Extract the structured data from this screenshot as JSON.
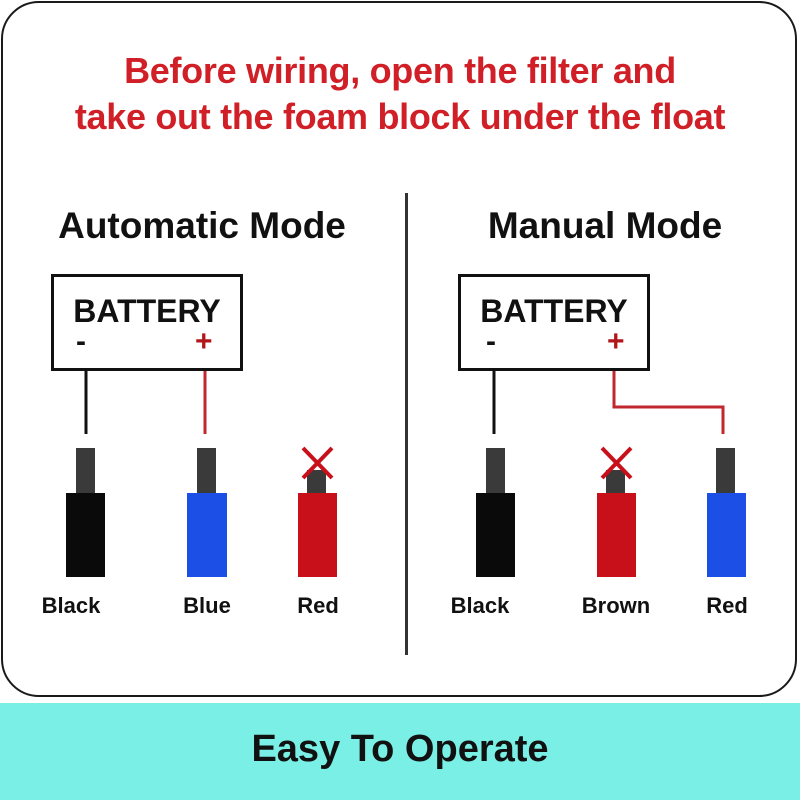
{
  "headline": {
    "line1": "Before wiring, open the filter and",
    "line2": "take out the foam block under the float",
    "color": "#d01f26"
  },
  "automatic": {
    "title": "Automatic Mode",
    "battery": {
      "label": "BATTERY",
      "minus": "-",
      "plus": "+"
    },
    "wires": [
      {
        "label": "Black",
        "color": "#0a0a0a",
        "connected": true,
        "terminal": "-"
      },
      {
        "label": "Blue",
        "color": "#1b4fe6",
        "connected": true,
        "terminal": "+"
      },
      {
        "label": "Red",
        "color": "#c8101a",
        "connected": false,
        "crossed": true
      }
    ]
  },
  "manual": {
    "title": "Manual Mode",
    "battery": {
      "label": "BATTERY",
      "minus": "-",
      "plus": "+"
    },
    "wires": [
      {
        "label": "Black",
        "color": "#0a0a0a",
        "connected": true,
        "terminal": "-"
      },
      {
        "label": "Brown",
        "color": "#c8101a",
        "connected": false,
        "crossed": true
      },
      {
        "label": "Red",
        "color": "#1b4fe6",
        "connected": true,
        "terminal": "+"
      }
    ]
  },
  "footer": {
    "text": "Easy To Operate",
    "background": "#79efe5"
  },
  "colors": {
    "plus_terminal": "#b0161c",
    "positive_wire": "#c1272d",
    "negative_wire": "#111111",
    "cross_mark": "#c8101a",
    "wire_stub": "#3a3a3a"
  }
}
